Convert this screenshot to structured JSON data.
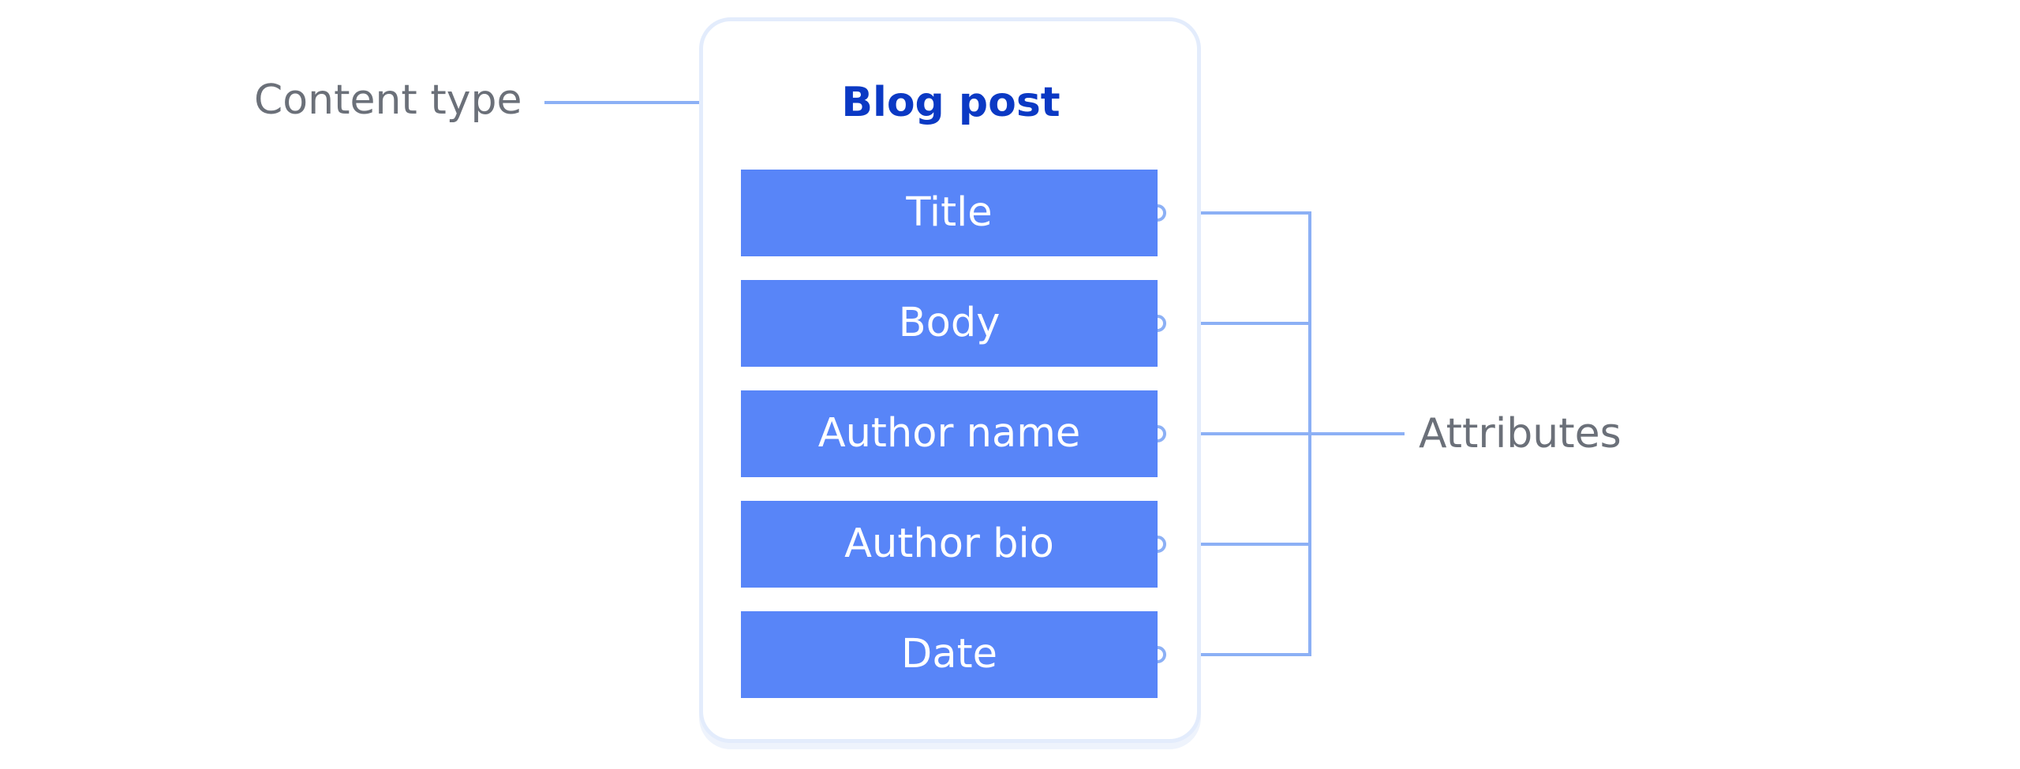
{
  "content_type": {
    "label": "Content type",
    "name": "Blog post"
  },
  "attributes": {
    "label": "Attributes",
    "items": [
      "Title",
      "Body",
      "Author name",
      "Author bio",
      "Date"
    ]
  },
  "colors": {
    "title_text": "#0b39c4",
    "box_fill": "#5885f8",
    "connector": "#8cb0f5",
    "label_text": "#6b7079",
    "card_border": "#e3ecfc"
  }
}
